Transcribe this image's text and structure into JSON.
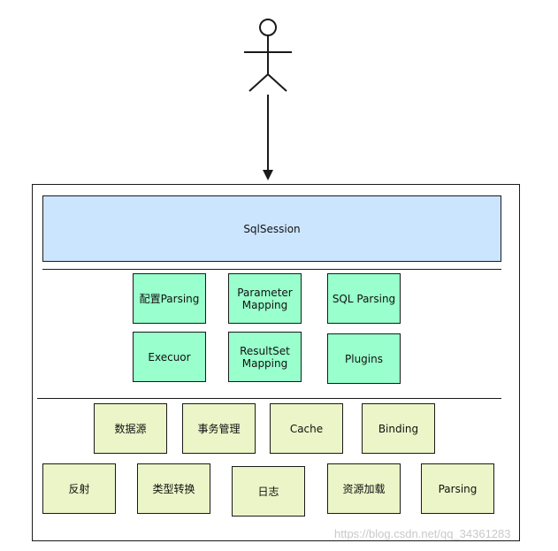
{
  "diagram": {
    "actor": {
      "icon": "stick-figure-user-icon"
    },
    "session_layer": {
      "label": "SqlSession"
    },
    "core_layer": {
      "row1": [
        {
          "label": "配置Parsing"
        },
        {
          "label": "Parameter\nMapping"
        },
        {
          "label": "SQL Parsing"
        }
      ],
      "row2": [
        {
          "label": "Execuor"
        },
        {
          "label": "ResultSet\nMapping"
        },
        {
          "label": "Plugins"
        }
      ]
    },
    "base_layer": {
      "row1": [
        {
          "label": "数据源"
        },
        {
          "label": "事务管理"
        },
        {
          "label": "Cache"
        },
        {
          "label": "Binding"
        }
      ],
      "row2": [
        {
          "label": "反射"
        },
        {
          "label": "类型转换"
        },
        {
          "label": "日志"
        },
        {
          "label": "资源加载"
        },
        {
          "label": "Parsing"
        }
      ]
    },
    "watermark": "https://blog.csdn.net/qq_34361283",
    "colors": {
      "session_fill": "#cce5ff",
      "core_fill": "#99ffcc",
      "base_fill": "#ebf5c8",
      "stroke": "#1a1a1a"
    }
  }
}
